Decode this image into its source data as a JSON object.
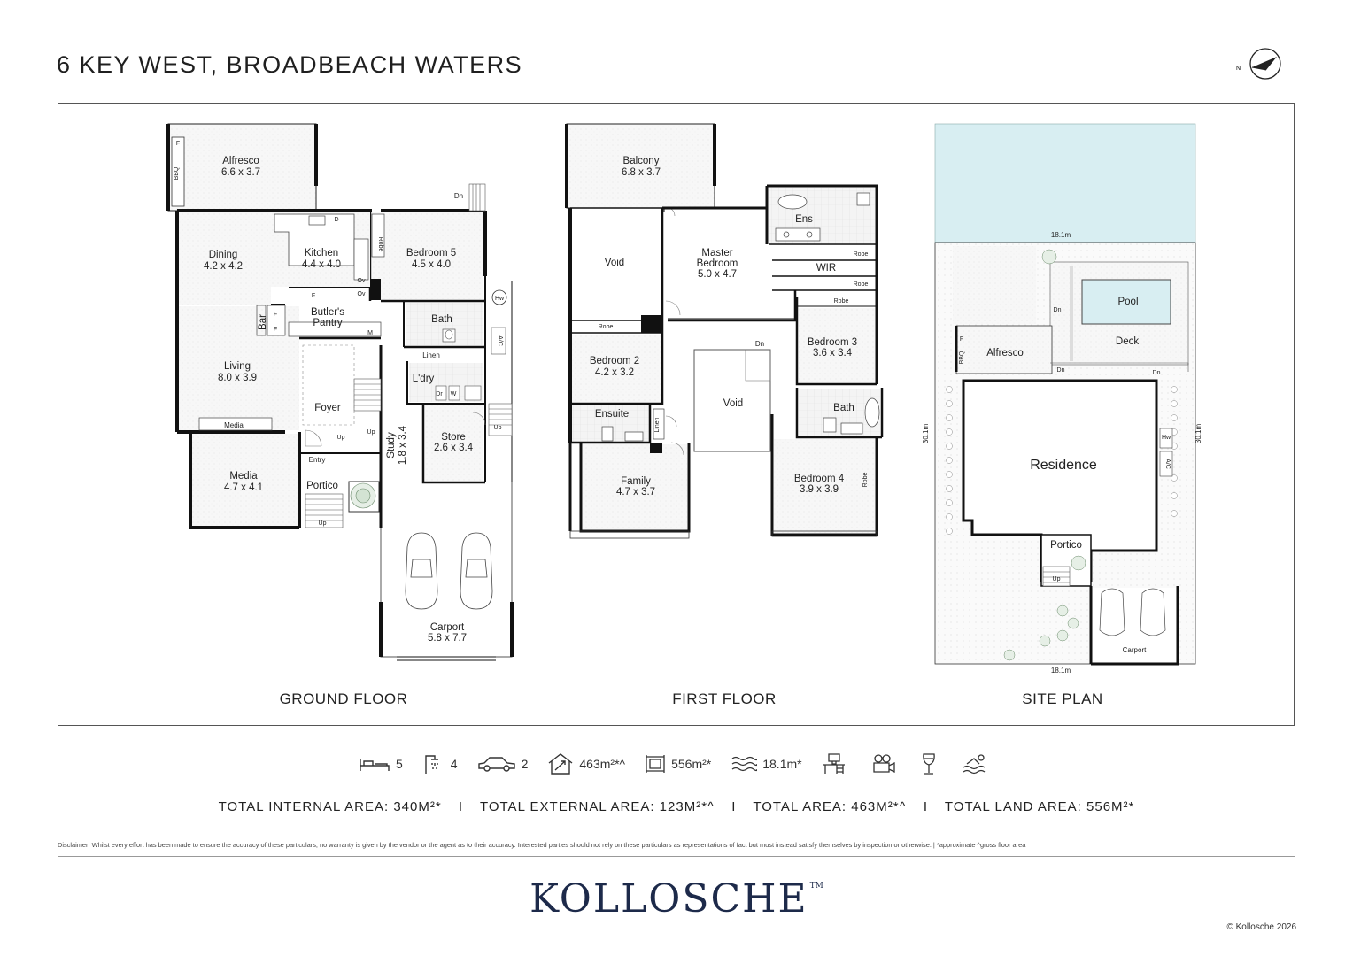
{
  "header": {
    "title": "6 KEY WEST, BROADBEACH WATERS",
    "north_marker": "N"
  },
  "ground_floor": {
    "label": "GROUND FLOOR",
    "rooms": {
      "alfresco": "Alfresco",
      "alfresco_dim": "6.6 x 3.7",
      "dining": "Dining",
      "dining_dim": "4.2 x 4.2",
      "kitchen": "Kitchen",
      "kitchen_dim": "4.4 x 4.0",
      "bedroom5": "Bedroom 5",
      "bedroom5_dim": "4.5 x 4.0",
      "butlers1": "Butler's",
      "butlers2": "Pantry",
      "bar": "Bar",
      "bath": "Bath",
      "living": "Living",
      "living_dim": "8.0 x 3.9",
      "linen": "Linen",
      "ldry": "L'dry",
      "foyer": "Foyer",
      "media": "Media",
      "media_dim": "4.7 x 4.1",
      "media_unit": "Media",
      "entry": "Entry",
      "portico": "Portico",
      "study": "Study",
      "study_dim": "1.8 x 3.4",
      "store": "Store",
      "store_dim": "2.6 x 3.4",
      "carport": "Carport",
      "carport_dim": "5.8 x 7.7"
    },
    "fixtures": {
      "f": "F",
      "bbq": "BBQ",
      "d": "D",
      "dn": "Dn",
      "robe": "Robe",
      "ov": "Ov",
      "hw": "Hw",
      "m": "M",
      "ac": "A/C",
      "dr": "Dr",
      "w": "W",
      "up": "Up"
    }
  },
  "first_floor": {
    "label": "FIRST FLOOR",
    "rooms": {
      "balcony": "Balcony",
      "balcony_dim": "6.8 x 3.7",
      "void": "Void",
      "ens": "Ens",
      "master1": "Master",
      "master2": "Bedroom",
      "master_dim": "5.0 x 4.7",
      "wir": "WIR",
      "robe": "Robe",
      "bedroom2": "Bedroom 2",
      "bedroom2_dim": "4.2 x 3.2",
      "bedroom3": "Bedroom 3",
      "bedroom3_dim": "3.6 x 3.4",
      "ensuite": "Ensuite",
      "linen": "Linen",
      "bath": "Bath",
      "family": "Family",
      "family_dim": "4.7 x 3.7",
      "bedroom4": "Bedroom 4",
      "bedroom4_dim": "3.9 x 3.9",
      "dn": "Dn"
    }
  },
  "site_plan": {
    "label": "SITE PLAN",
    "top_dim": "18.1m",
    "bottom_dim": "18.1m",
    "left_dim": "30.1m",
    "right_dim": "30.1m",
    "pool": "Pool",
    "deck": "Deck",
    "alfresco": "Alfresco",
    "residence": "Residence",
    "portico": "Portico",
    "carport": "Carport",
    "dn": "Dn",
    "up": "Up",
    "f": "F",
    "bbq": "BBQ",
    "hw": "Hw",
    "ac": "A/C"
  },
  "stats": {
    "bedrooms": "5",
    "bathrooms": "4",
    "cars": "2",
    "floor_area": "463m²*^",
    "land_area": "556m²*",
    "water_frontage": "18.1m*"
  },
  "totals": {
    "internal": "TOTAL INTERNAL AREA: 340M²*",
    "external": "TOTAL EXTERNAL AREA: 123M²*^",
    "total": "TOTAL  AREA: 463M²*^",
    "land": "TOTAL LAND AREA: 556M²*",
    "separator": "I"
  },
  "disclaimer": "Disclaimer: Whilst every effort has been made to ensure the accuracy of these particulars, no warranty is given by the vendor or the agent as to their accuracy. Interested parties should not rely on these particulars as representations of fact but must instead satisfy themselves by inspection or otherwise.  |  *approximate ^gross floor area",
  "brand": {
    "name": "KOLLOSCHE",
    "tm": "TM"
  },
  "copyright": "© Kollosche 2026",
  "colors": {
    "wall": "#111111",
    "floor_tile": "#f1f1f1",
    "pool": "#d8eef2",
    "brand": "#1d2a4a"
  }
}
